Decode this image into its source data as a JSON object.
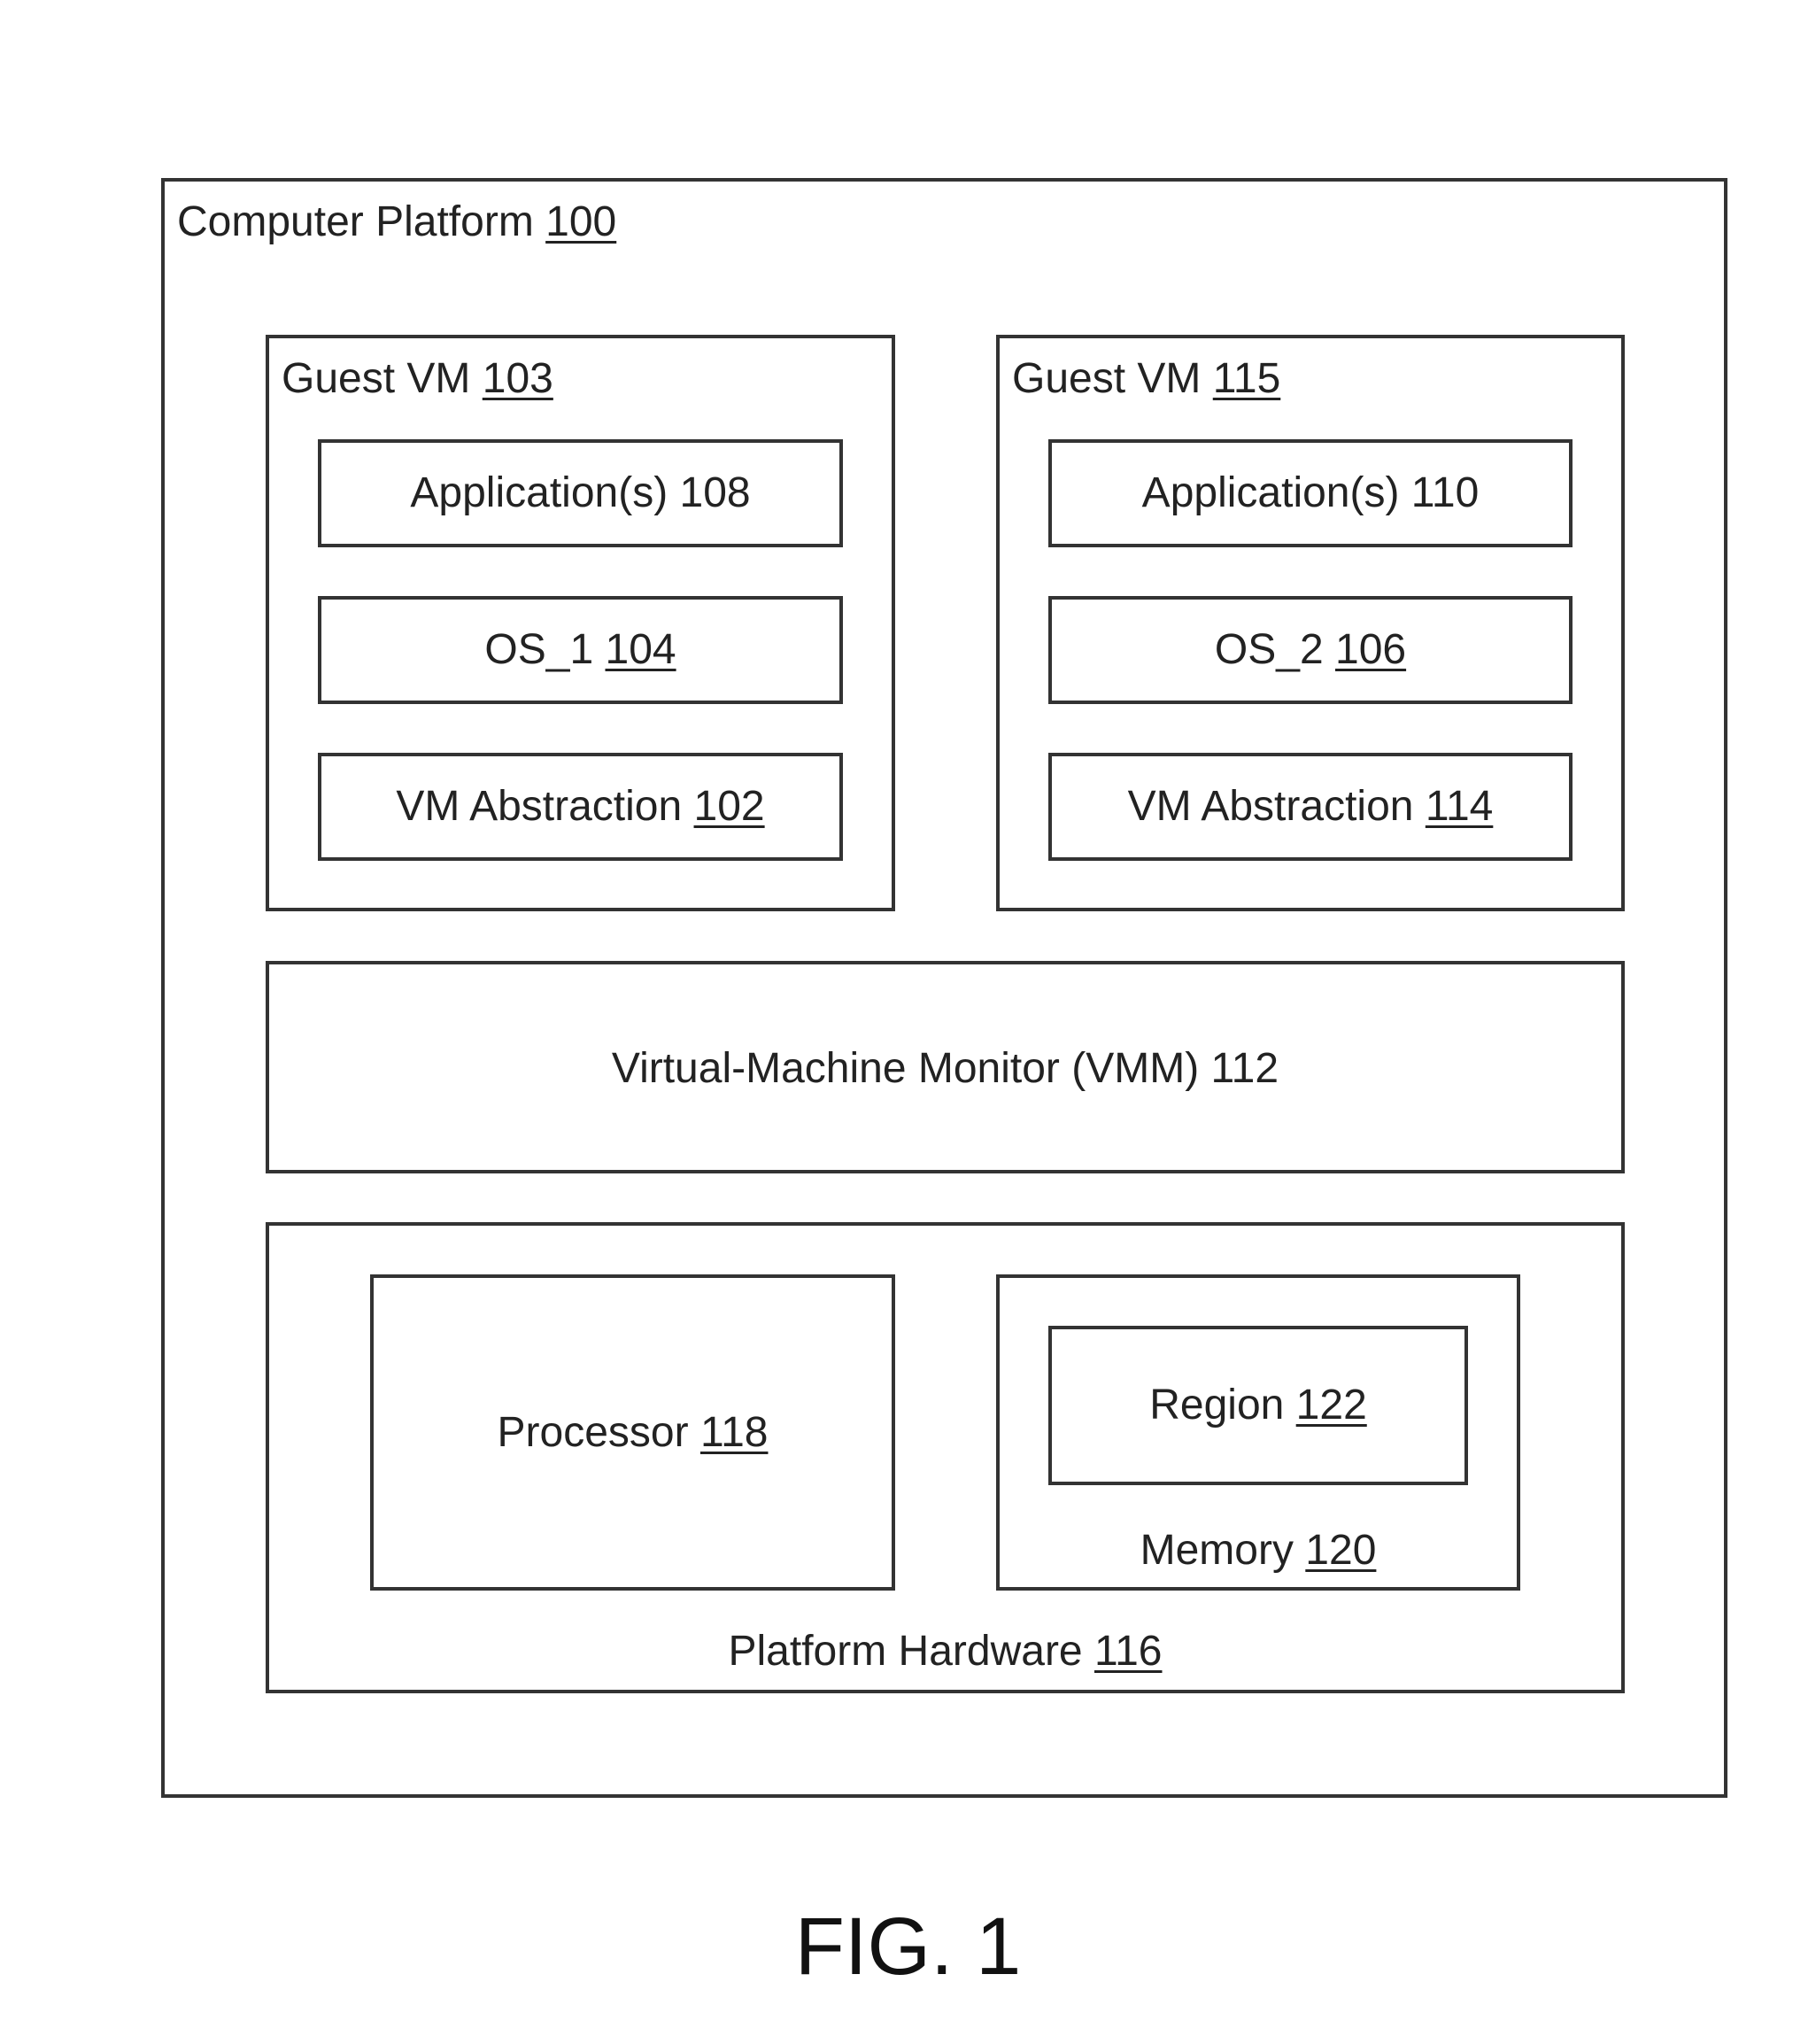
{
  "platform": {
    "name": "Computer Platform",
    "ref": "100"
  },
  "guest_vms": [
    {
      "name": "Guest VM",
      "ref": "103",
      "application": {
        "name": "Application(s) 108"
      },
      "os": {
        "name": "OS_1",
        "ref": "104"
      },
      "abstraction": {
        "name": "VM Abstraction",
        "ref": "102"
      }
    },
    {
      "name": "Guest VM",
      "ref": "115",
      "application": {
        "name": "Application(s) 110"
      },
      "os": {
        "name": "OS_2",
        "ref": "106"
      },
      "abstraction": {
        "name": "VM Abstraction",
        "ref": "114"
      }
    }
  ],
  "vmm": {
    "name": "Virtual-Machine Monitor (VMM) 112"
  },
  "hardware": {
    "name": "Platform Hardware",
    "ref": "116",
    "processor": {
      "name": "Processor",
      "ref": "118"
    },
    "memory": {
      "name": "Memory",
      "ref": "120"
    },
    "region": {
      "name": "Region",
      "ref": "122"
    }
  },
  "figure_label": "FIG. 1"
}
